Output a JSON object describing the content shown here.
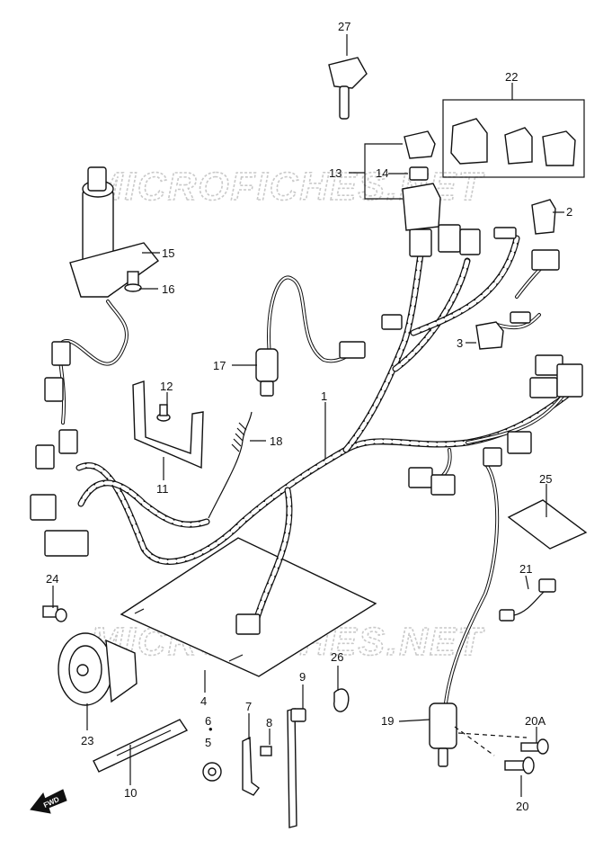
{
  "watermark": "MICROFICHES.NET",
  "fwd_label": "FWD",
  "callouts": {
    "p1": "1",
    "p2": "2",
    "p3": "3",
    "p4": "4",
    "p5": "5",
    "p6": "6",
    "p7": "7",
    "p8": "8",
    "p9": "9",
    "p10": "10",
    "p11": "11",
    "p12": "12",
    "p13": "13",
    "p14": "14",
    "p15": "15",
    "p16": "16",
    "p17": "17",
    "p18": "18",
    "p19": "19",
    "p20": "20",
    "p20a": "20A",
    "p21": "21",
    "p22": "22",
    "p23": "23",
    "p24": "24",
    "p25": "25",
    "p26": "26",
    "p27": "27"
  }
}
